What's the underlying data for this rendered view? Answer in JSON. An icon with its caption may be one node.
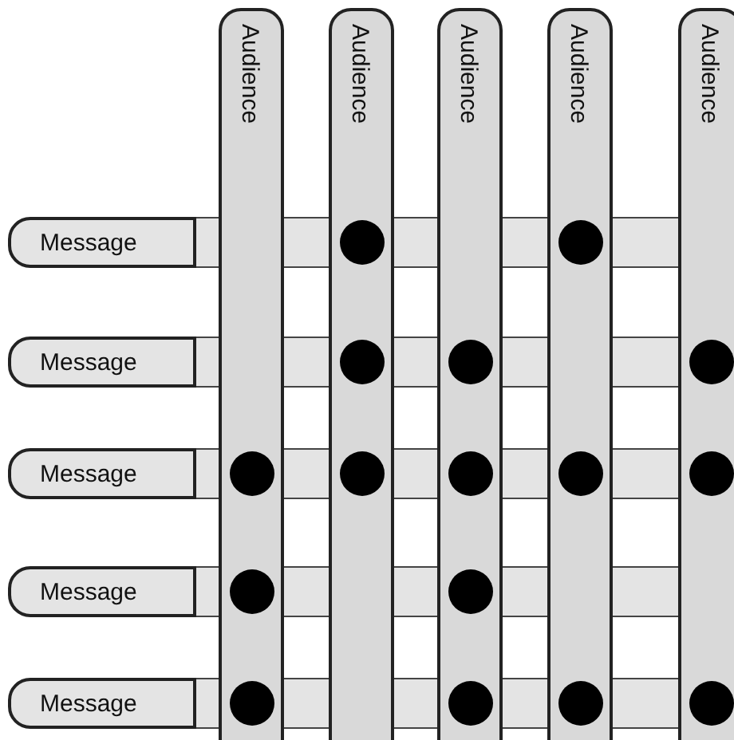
{
  "diagram": {
    "nodes": [
      {
        "text": [
          "Audience"
        ]
      },
      {
        "text": [
          "Audience"
        ]
      },
      {
        "text": [
          "Audience"
        ]
      },
      {
        "text": [
          "Audience"
        ]
      },
      {
        "text": [
          "Audience"
        ]
      },
      {
        "text": [
          "Message"
        ]
      },
      {
        "text": [],
        "shape": "circle",
        "in": 1
      },
      {
        "text": [],
        "shape": "circle",
        "in": 3
      },
      {
        "text": [
          "Message"
        ]
      },
      {
        "text": [],
        "shape": "circle",
        "in": 1
      },
      {
        "text": [],
        "shape": "circle",
        "in": 2
      },
      {
        "text": [],
        "shape": "circle",
        "in": 4
      },
      {
        "text": [
          "Message"
        ]
      },
      {
        "text": [],
        "shape": "circle",
        "in": 0
      },
      {
        "text": [],
        "shape": "circle",
        "in": 1
      },
      {
        "text": [],
        "shape": "circle",
        "in": 2
      },
      {
        "text": [],
        "shape": "circle",
        "in": 3
      },
      {
        "text": [],
        "shape": "circle",
        "in": 4
      },
      {
        "text": [
          "Message"
        ]
      },
      {
        "text": [],
        "shape": "circle",
        "in": 0
      },
      {
        "text": [],
        "shape": "circle",
        "in": 2
      },
      {
        "text": [
          "Message"
        ]
      },
      {
        "text": [],
        "shape": "circle",
        "in": 0
      },
      {
        "text": [],
        "shape": "circle",
        "in": 2
      },
      {
        "text": [],
        "shape": "circle",
        "in": 3
      },
      {
        "text": [],
        "shape": "circle",
        "in": 4
      }
    ]
  }
}
